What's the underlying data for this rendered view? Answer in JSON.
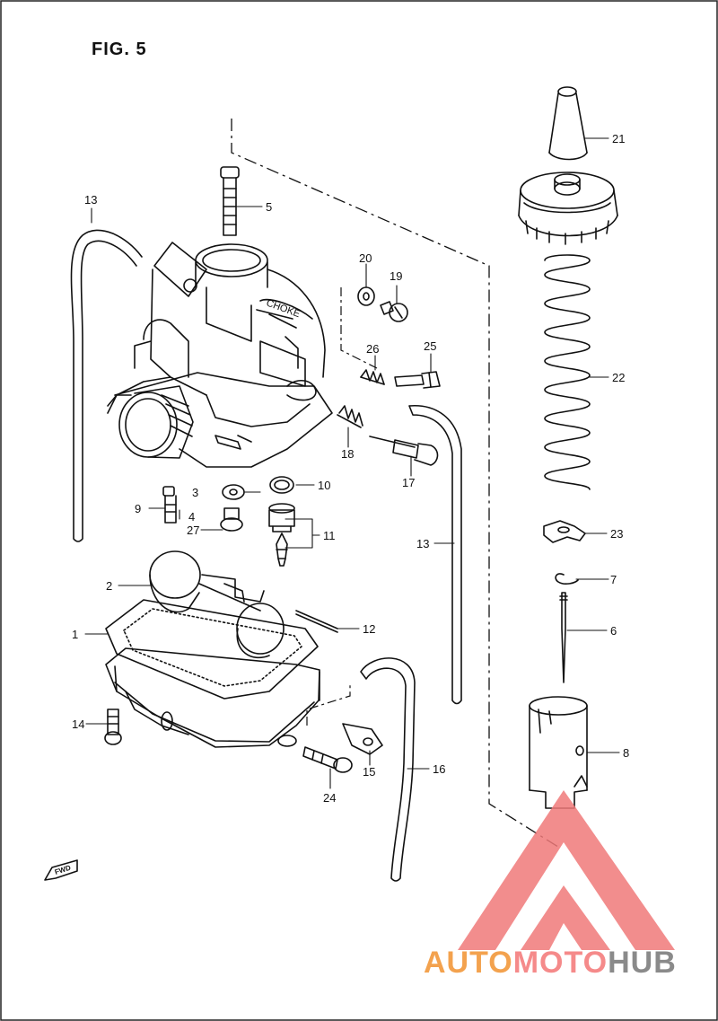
{
  "figure": {
    "title": "FIG. 5"
  },
  "fwd_label": "FWD",
  "choke_label": "CHOKE",
  "watermark": {
    "part1": "AUTO",
    "part2": "MOTO",
    "part3": "HUB",
    "color_triangle": "#f07a7a",
    "color_auto": "#f3a24e",
    "color_moto": "#f58a8a",
    "color_hub": "#8a8a8a"
  },
  "callouts": [
    {
      "number": "1"
    },
    {
      "number": "2"
    },
    {
      "number": "3"
    },
    {
      "number": "4"
    },
    {
      "number": "5"
    },
    {
      "number": "6"
    },
    {
      "number": "7"
    },
    {
      "number": "8"
    },
    {
      "number": "9"
    },
    {
      "number": "10"
    },
    {
      "number": "11"
    },
    {
      "number": "12"
    },
    {
      "number": "13"
    },
    {
      "number": "13"
    },
    {
      "number": "14"
    },
    {
      "number": "15"
    },
    {
      "number": "16"
    },
    {
      "number": "17"
    },
    {
      "number": "18"
    },
    {
      "number": "19"
    },
    {
      "number": "20"
    },
    {
      "number": "21"
    },
    {
      "number": "22"
    },
    {
      "number": "23"
    },
    {
      "number": "24"
    },
    {
      "number": "25"
    },
    {
      "number": "26"
    },
    {
      "number": "27"
    }
  ]
}
